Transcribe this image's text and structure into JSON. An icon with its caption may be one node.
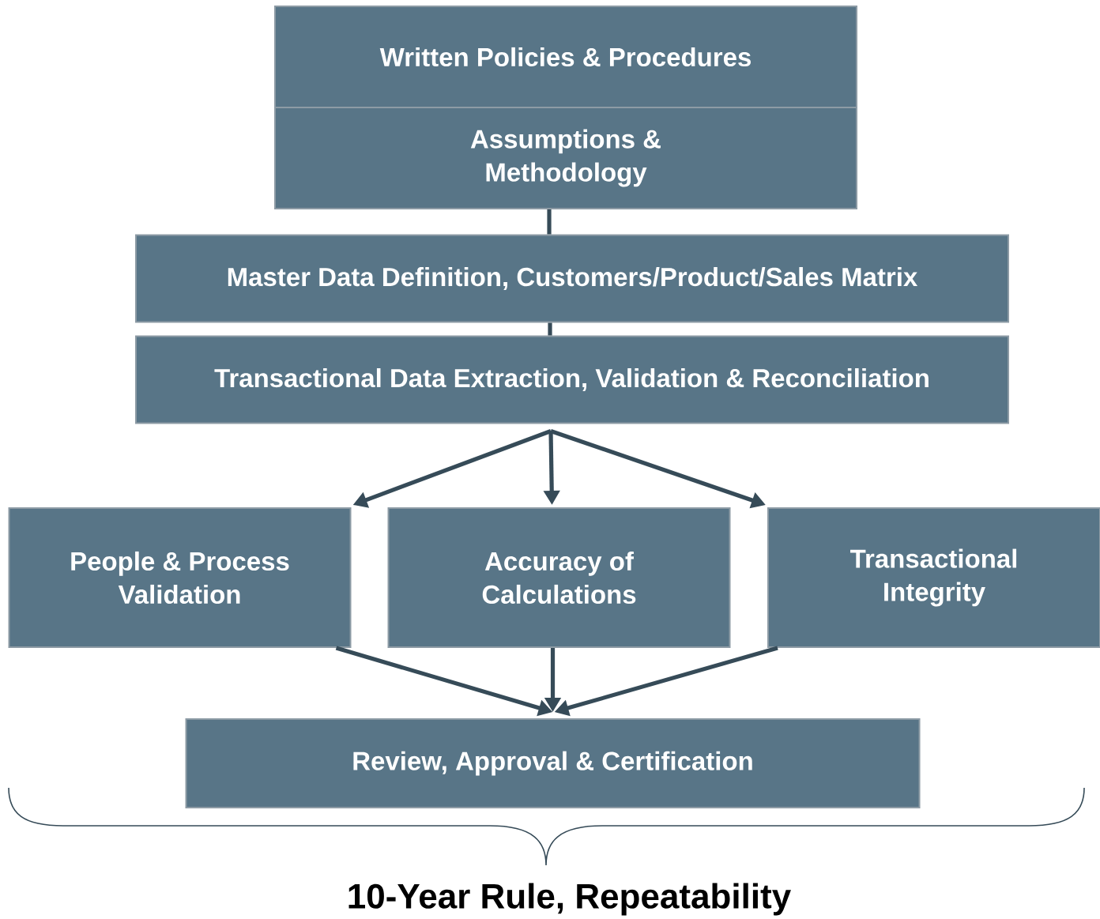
{
  "diagram": {
    "nodes": [
      {
        "text": [
          "Written Policies & Procedures"
        ]
      },
      {
        "text": [
          "Assumptions & Methodology"
        ]
      },
      {
        "text": [
          "Master Data Definition, Customers/Product/Sales Matrix"
        ]
      },
      {
        "text": [
          "Transactional Data Extraction, Validation & Reconciliation"
        ]
      },
      {
        "text": [
          "People & Process Validation"
        ]
      },
      {
        "text": [
          "Accuracy of Calculations"
        ]
      },
      {
        "text": [
          "Transactional Integrity"
        ]
      },
      {
        "text": [
          "Review, Approval & Certification"
        ]
      }
    ],
    "edges": [
      {
        "from": 1,
        "to": 2,
        "arrow": "none"
      },
      {
        "from": 2,
        "to": 3,
        "arrow": "none"
      },
      {
        "from": 3,
        "to": 4,
        "arrow": "to"
      },
      {
        "from": 3,
        "to": 5,
        "arrow": "to"
      },
      {
        "from": 3,
        "to": 6,
        "arrow": "to"
      },
      {
        "from": 4,
        "to": 7,
        "arrow": "to"
      },
      {
        "from": 5,
        "to": 7,
        "arrow": "to"
      },
      {
        "from": 6,
        "to": 7,
        "arrow": "to"
      }
    ],
    "labels": [
      "10-Year Rule, Repeatability"
    ]
  }
}
